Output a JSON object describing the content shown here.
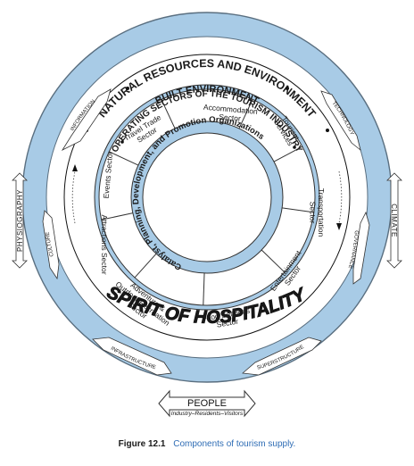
{
  "rings": {
    "natural": "NATURAL RESOURCES AND ENVIRONMENT",
    "built": "BUILT ENVIRONMENT",
    "operating": "OPERATING SECTORS OF THE TOURISM INDUSTRY",
    "catalyst": "Catalyst, Planning, Development, and Promotion Organizations",
    "hospitality": "SPIRIT OF HOSPITALITY"
  },
  "sectors": [
    {
      "lines": [
        "Accommodation",
        "Sector"
      ]
    },
    {
      "lines": [
        "Tourism",
        "Services"
      ]
    },
    {
      "lines": [
        "Transportation",
        "Sector"
      ]
    },
    {
      "lines": [
        "Entertainment",
        "Sector"
      ]
    },
    {
      "lines": [
        "Food Services",
        "Sector"
      ]
    },
    {
      "lines": [
        "Adventure &",
        "Outdoor Recreation",
        "Sector"
      ]
    },
    {
      "lines": [
        "Attractions Sector"
      ]
    },
    {
      "lines": [
        "Events Sector"
      ]
    },
    {
      "lines": [
        "Travel Trade",
        "Sector"
      ]
    }
  ],
  "arrows": {
    "information": "INFORMATION",
    "technology": "TECHNOLOGY",
    "culture": "CULTURE",
    "governance": "GOVERNANCE",
    "infrastructure": "INFRASTRUCTURE",
    "superstructure": "SUPERSTRUCTURE"
  },
  "sides": {
    "physiography": "PHYSIOGRAPHY",
    "climate": "CLIMATE"
  },
  "people": {
    "title": "PEOPLE",
    "subtitle": "Industry–Residents–Visitors"
  },
  "caption": {
    "number": "Figure 12.1",
    "text": "Components of tourism supply."
  }
}
